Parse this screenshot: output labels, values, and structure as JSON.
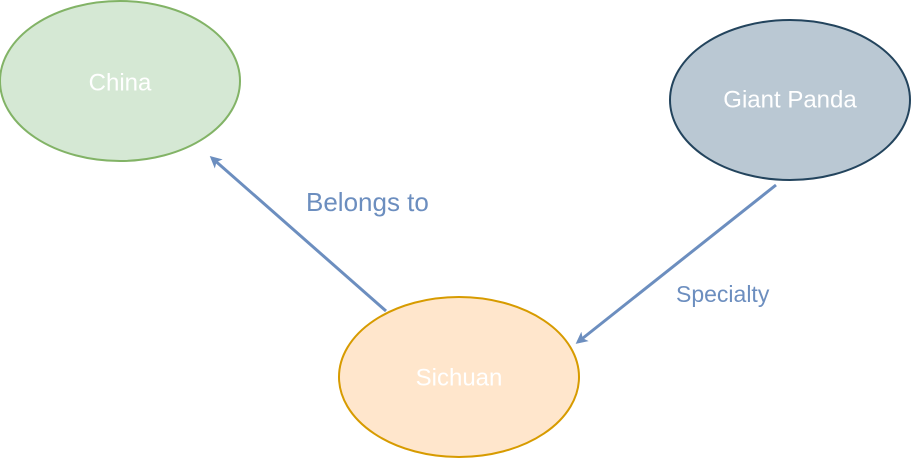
{
  "nodes": {
    "china": {
      "label": "China"
    },
    "giant_panda": {
      "label": "Giant Panda"
    },
    "sichuan": {
      "label": "Sichuan"
    }
  },
  "edges": {
    "belongs_to": {
      "label": "Belongs to",
      "from": "Sichuan",
      "to": "China"
    },
    "specialty": {
      "label": "Specialty",
      "from": "Giant Panda",
      "to": "Sichuan"
    }
  },
  "colors": {
    "china_fill": "#d5e8d4",
    "china_stroke": "#82b366",
    "panda_fill": "#bac8d3",
    "panda_stroke": "#23445d",
    "sichuan_fill": "#ffe6cc",
    "sichuan_stroke": "#d79b00",
    "edge": "#6c8ebf",
    "node_text": "#ffffff"
  }
}
